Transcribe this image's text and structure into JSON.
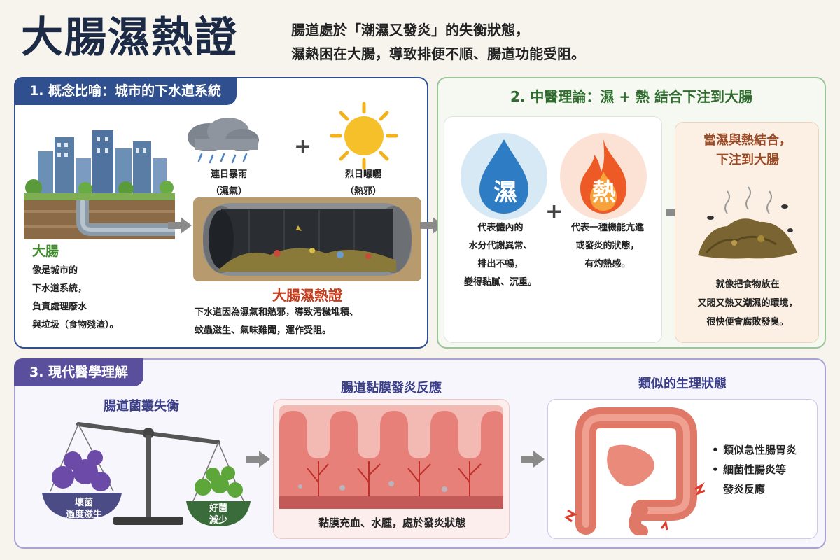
{
  "header": {
    "title": "大腸濕熱證",
    "subtitle_line1": "腸道處於「潮濕又發炎」的失衡狀態，",
    "subtitle_line2": "濕熱困在大腸，導致排便不順、腸道功能受阻。"
  },
  "section1": {
    "tab": "1. 概念比喻：城市的下水道系統",
    "rain_label_line1": "連日暴雨",
    "rain_label_line2": "（濕氣）",
    "sun_label_line1": "烈日曝曬",
    "sun_label_line2": "（熱邪）",
    "plus": "+",
    "intestine_title": "大腸",
    "intestine_desc": [
      "像是城市的",
      "下水道系統，",
      "負責處理廢水",
      "與垃圾（食物殘渣）。"
    ],
    "syndrome_title": "大腸濕熱證",
    "syndrome_desc_line1": "下水道因為濕氣和熱邪，導致污穢堆積、",
    "syndrome_desc_line2": "蚊蟲滋生、氣味難聞，運作受阻。"
  },
  "section2": {
    "title": "2. 中醫理論：濕 + 熱 結合下注到大腸",
    "damp_char": "濕",
    "heat_char": "熱",
    "plus": "+",
    "damp_desc": [
      "代表體內的",
      "水分代謝異常、",
      "排出不暢，",
      "變得黏膩、沉重。"
    ],
    "heat_desc": [
      "代表一種機能亢進",
      "或發炎的狀態，",
      "有灼熱感。"
    ],
    "result_title_line1": "當濕與熱結合，",
    "result_title_line2": "下注到大腸",
    "result_desc": [
      "就像把食物放在",
      "又悶又熱又潮濕的環境，",
      "很快便會腐敗發臭。"
    ]
  },
  "section3": {
    "tab": "3. 現代醫學理解",
    "flora_title": "腸道菌叢失衡",
    "bad_line1": "壞菌",
    "bad_line2": "過度滋生",
    "good_line1": "好菌",
    "good_line2": "減少",
    "mucosa_title": "腸道黏膜發炎反應",
    "mucosa_caption": "黏膜充血、水腫，處於發炎狀態",
    "similar_title": "類似的生理狀態",
    "similar_items": [
      "類似急性腸胃炎",
      "細菌性腸炎等"
    ],
    "similar_item_cont": "發炎反應",
    "bullet": "•"
  },
  "colors": {
    "navy": "#2f4f8f",
    "green": "#3f8a2a",
    "red": "#c43b1c",
    "purple": "#5a4f9c"
  }
}
